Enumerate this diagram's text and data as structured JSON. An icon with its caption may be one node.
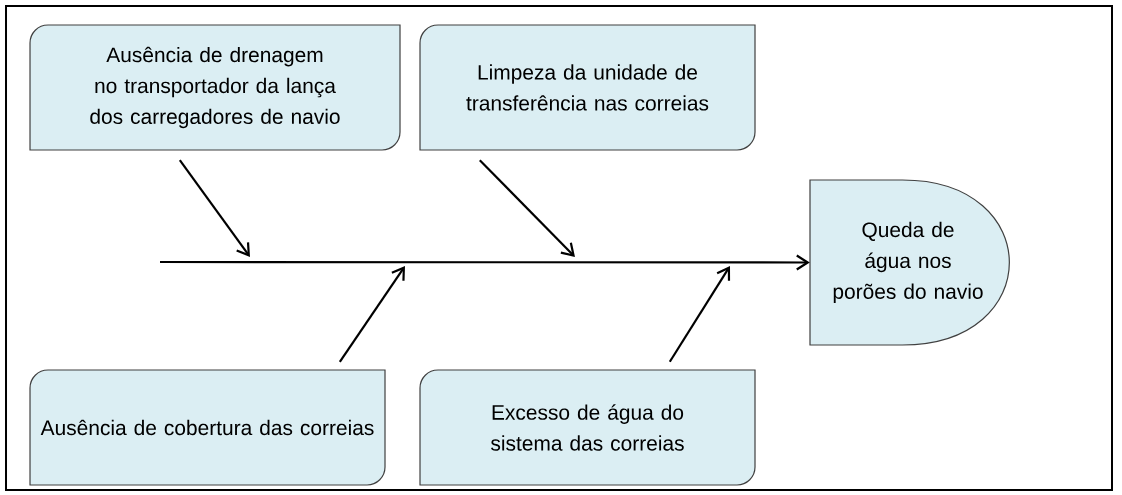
{
  "diagram": {
    "nodes": [
      {
        "text": [
          "Ausência de drenagem no transportador da lança dos carregadores de navio"
        ]
      },
      {
        "text": [
          "Limpeza da unidade de transferência nas correias"
        ]
      },
      {
        "text": [
          "Ausência de cobertura das correias"
        ]
      },
      {
        "text": [
          "Excesso de água do sistema das correias"
        ]
      },
      {
        "text": [
          "Queda de água nos porões do navio"
        ]
      }
    ],
    "edges": [
      {
        "from": null,
        "to": 4,
        "arrow": "to"
      },
      {
        "from": 0,
        "to": null,
        "arrow": "to"
      },
      {
        "from": 1,
        "to": null,
        "arrow": "to"
      },
      {
        "from": 2,
        "to": null,
        "arrow": "to"
      },
      {
        "from": 3,
        "to": null,
        "arrow": "to"
      }
    ]
  }
}
